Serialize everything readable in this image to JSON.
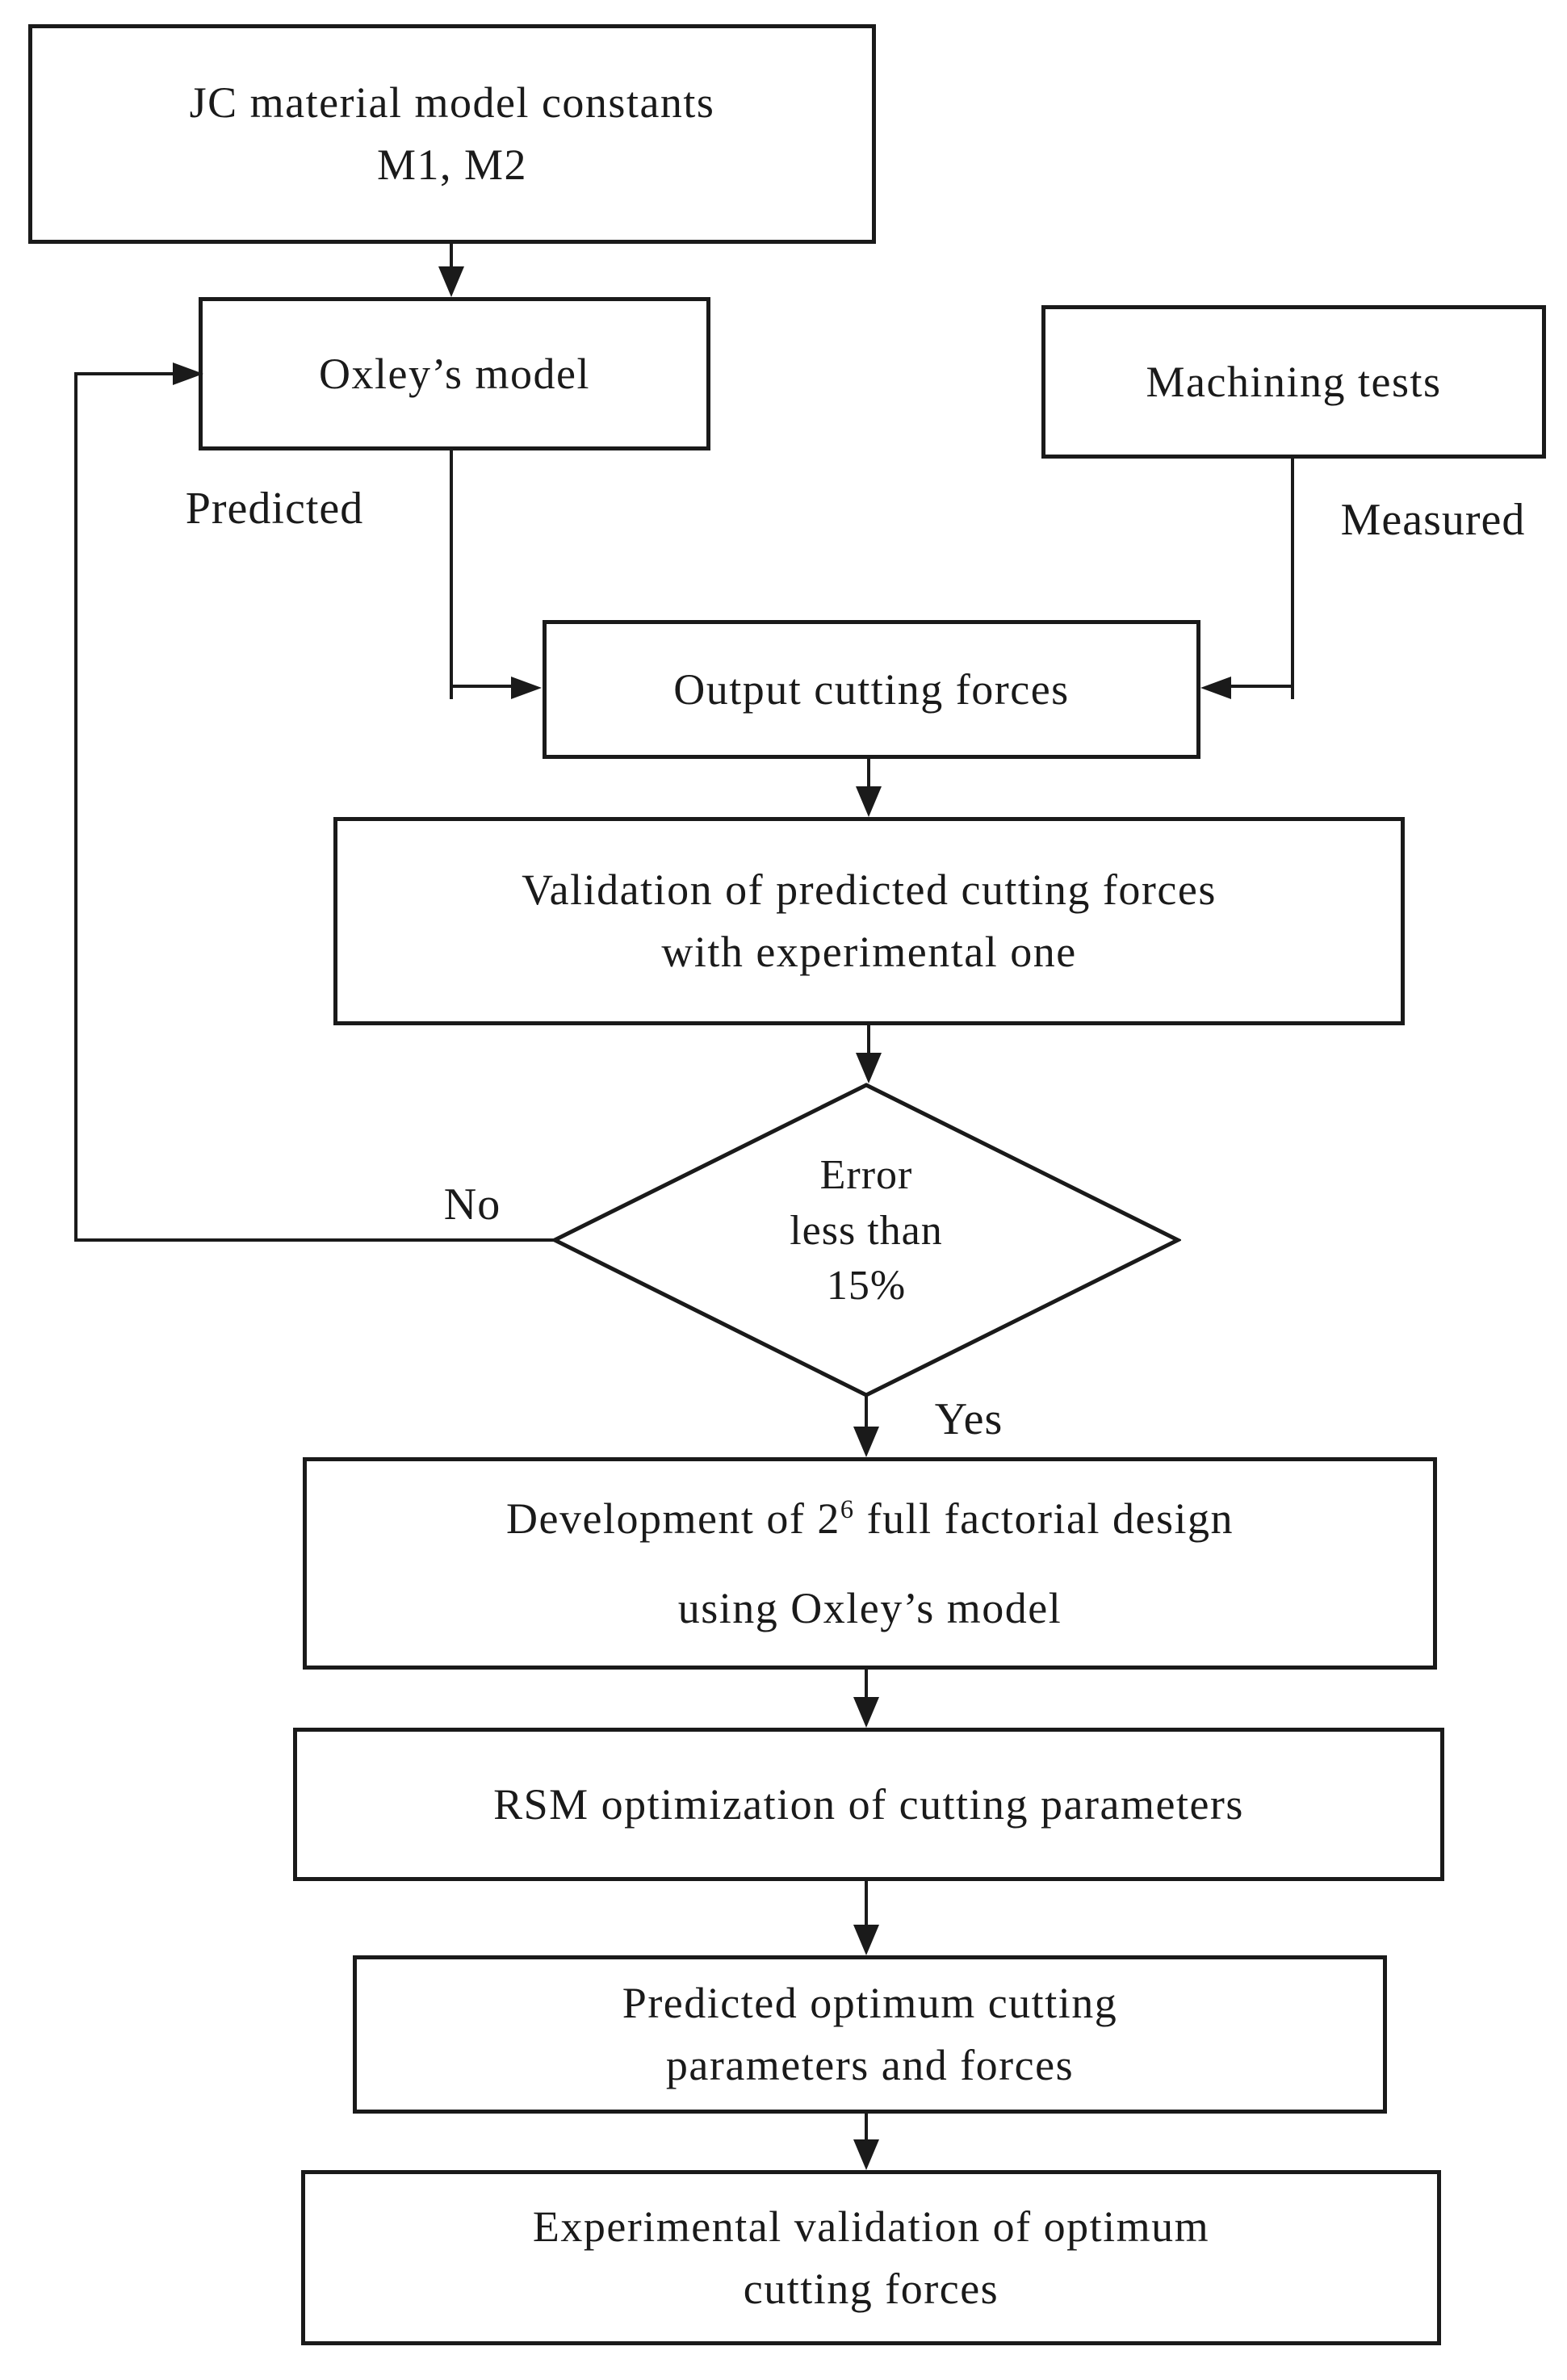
{
  "figure": {
    "type": "flowchart",
    "background": "#ffffff",
    "ink": "#1a1a1a"
  },
  "nodes": {
    "jc": {
      "line1": "JC material model constants",
      "line2": "M1, M2"
    },
    "oxley": {
      "label": "Oxley’s model"
    },
    "machining": {
      "label": "Machining tests"
    },
    "output": {
      "label": "Output cutting forces"
    },
    "validation": {
      "line1": "Validation of predicted cutting forces",
      "line2": "with experimental one"
    },
    "decision": {
      "line1": "Error",
      "line2": "less than",
      "line3": "15%"
    },
    "development": {
      "line1_pre": "Development of 2",
      "line1_sup": "6",
      "line1_post": " full factorial design",
      "line2": "using Oxley’s model"
    },
    "rsm": {
      "label": "RSM optimization of cutting parameters"
    },
    "predicted_optimum": {
      "line1": "Predicted optimum cutting",
      "line2": "parameters and forces"
    },
    "experimental": {
      "line1": "Experimental validation of optimum",
      "line2": "cutting forces"
    }
  },
  "edge_labels": {
    "predicted": "Predicted",
    "measured": "Measured",
    "no": "No",
    "yes": "Yes"
  }
}
